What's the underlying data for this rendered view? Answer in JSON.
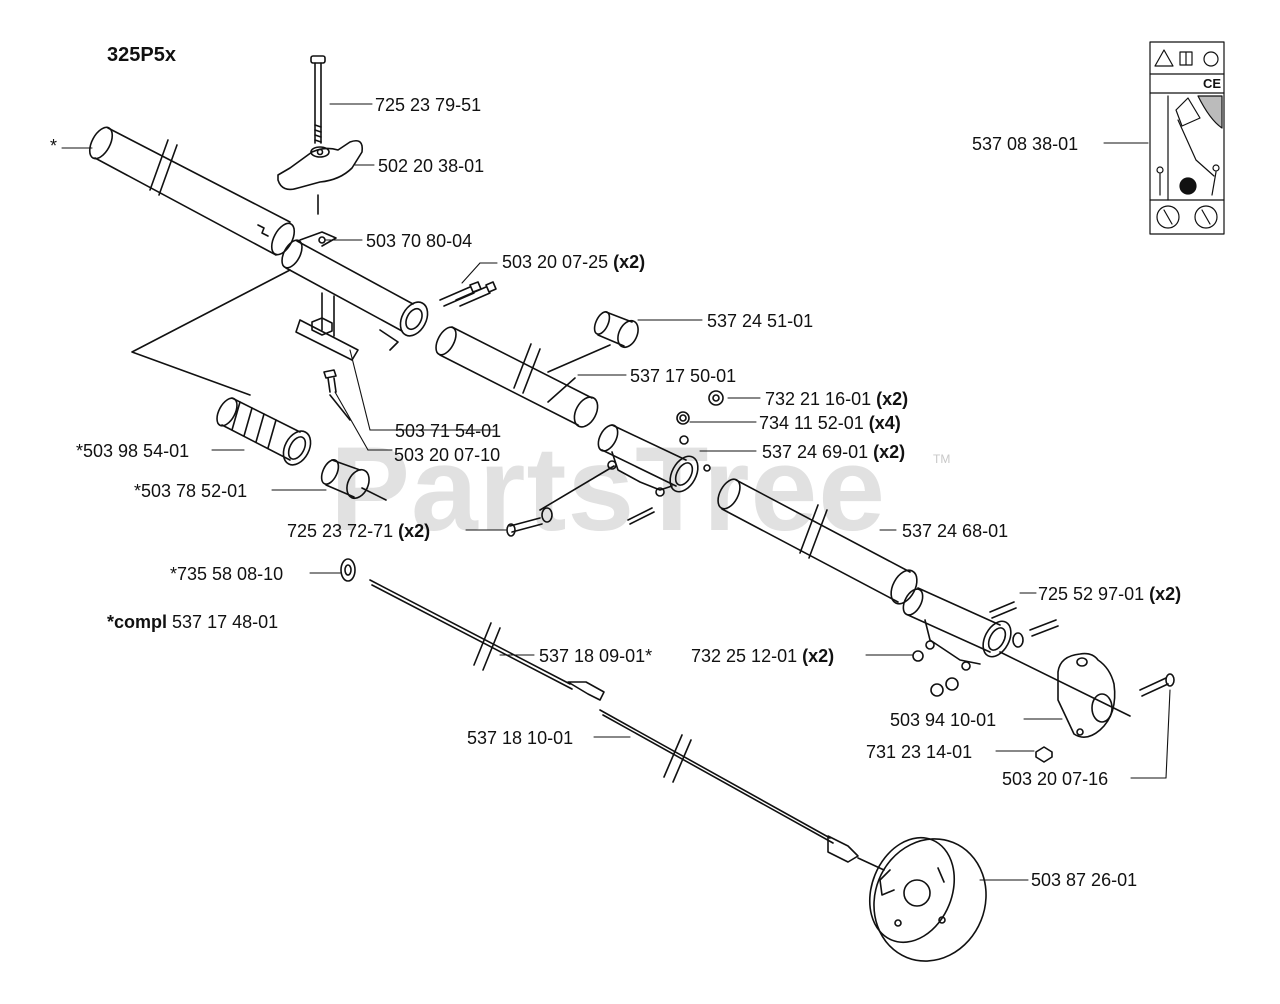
{
  "model": "325P5x",
  "watermark": "PartsTree",
  "watermark_tm": "TM",
  "label_sticker": {
    "ce_mark": "CE"
  },
  "parts": [
    {
      "id": "p1",
      "number": "725 23 79-51",
      "qty": ""
    },
    {
      "id": "p2",
      "number": "502 20 38-01",
      "qty": ""
    },
    {
      "id": "p3",
      "number": "*",
      "qty": ""
    },
    {
      "id": "p4",
      "number": "503 70 80-04",
      "qty": ""
    },
    {
      "id": "p5",
      "number": "503 20 07-25",
      "qty": "(x2)"
    },
    {
      "id": "p6",
      "number": "537 24 51-01",
      "qty": ""
    },
    {
      "id": "p7",
      "number": "537 17 50-01",
      "qty": ""
    },
    {
      "id": "p8",
      "number": "732 21 16-01",
      "qty": "(x2)"
    },
    {
      "id": "p9",
      "number": "734 11 52-01",
      "qty": "(x4)"
    },
    {
      "id": "p10",
      "number": "537 24 69-01",
      "qty": "(x2)"
    },
    {
      "id": "p11",
      "number": "503 71 54-01",
      "qty": ""
    },
    {
      "id": "p12",
      "number": "503 20 07-10",
      "qty": ""
    },
    {
      "id": "p13",
      "number": "*503 98 54-01",
      "qty": ""
    },
    {
      "id": "p14",
      "number": "*503 78 52-01",
      "qty": ""
    },
    {
      "id": "p15",
      "number": "725 23 72-71",
      "qty": "(x2)"
    },
    {
      "id": "p16",
      "number": "537 24 68-01",
      "qty": ""
    },
    {
      "id": "p17",
      "number": "*735 58 08-10",
      "qty": ""
    },
    {
      "id": "p18",
      "number": "725 52 97-01",
      "qty": "(x2)"
    },
    {
      "id": "p19",
      "number": "537 18 09-01*",
      "qty": ""
    },
    {
      "id": "p20",
      "number": "732 25 12-01",
      "qty": "(x2)"
    },
    {
      "id": "p21",
      "number": "503 94 10-01",
      "qty": ""
    },
    {
      "id": "p22",
      "number": "537 18 10-01",
      "qty": ""
    },
    {
      "id": "p23",
      "number": "731 23 14-01",
      "qty": ""
    },
    {
      "id": "p24",
      "number": "503 20 07-16",
      "qty": ""
    },
    {
      "id": "p25",
      "number": "503 87 26-01",
      "qty": ""
    },
    {
      "id": "p26",
      "number": "537 08 38-01",
      "qty": ""
    }
  ],
  "compl": {
    "prefix": "*compl",
    "number": "537 17 48-01"
  }
}
